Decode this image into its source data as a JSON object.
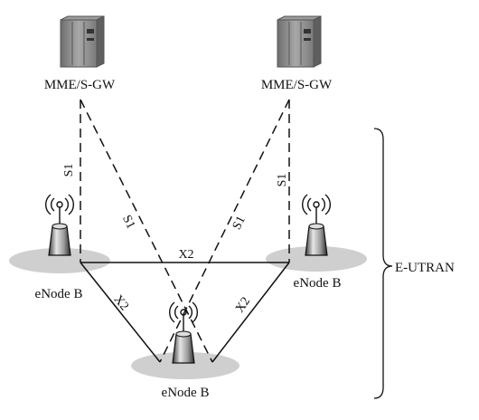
{
  "nodes": {
    "mme_left": {
      "label": "MME/S-GW",
      "icon": "server-rack-icon"
    },
    "mme_right": {
      "label": "MME/S-GW",
      "icon": "server-rack-icon"
    },
    "enb_left": {
      "label": "eNode B",
      "icon": "base-station-antenna-icon"
    },
    "enb_right": {
      "label": "eNode B",
      "icon": "base-station-antenna-icon"
    },
    "enb_bottom": {
      "label": "eNode B",
      "icon": "base-station-antenna-icon"
    }
  },
  "links": {
    "s1_left_vertical": "S1",
    "s1_left_diagonal": "S1",
    "s1_right_diagonal": "S1",
    "s1_right_vertical": "S1",
    "x2_top": "X2",
    "x2_left": "X2",
    "x2_right": "X2"
  },
  "group": {
    "label": "E-UTRAN"
  },
  "colors": {
    "line": "#111111",
    "ground": "#cfcfcf",
    "server": "#8a8a8a"
  }
}
